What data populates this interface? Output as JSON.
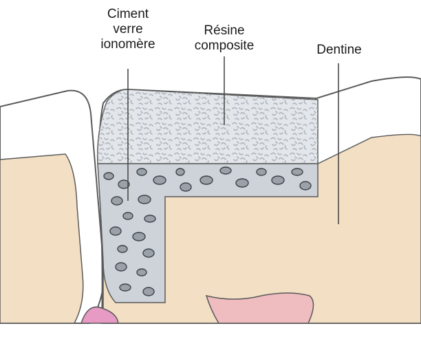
{
  "labels": {
    "glass_ionomer": [
      "Ciment",
      "verre",
      "ionomère"
    ],
    "composite_resin": [
      "Résine",
      "composite"
    ],
    "dentin": "Dentine"
  },
  "colors": {
    "enamel": "#ffffff",
    "outline": "#5a5a5a",
    "dentin": "#f2dfc4",
    "composite": "#e3e6ea",
    "composite_speckle": "#aeb5bd",
    "ionomer": "#cdd3d9",
    "ionomer_particle_fill": "#9aa1a8",
    "ionomer_particle_stroke": "#3e4246",
    "pulp": "#efbcc0",
    "gum": "#e79ac4",
    "leader_line": "#4a4a4a"
  }
}
